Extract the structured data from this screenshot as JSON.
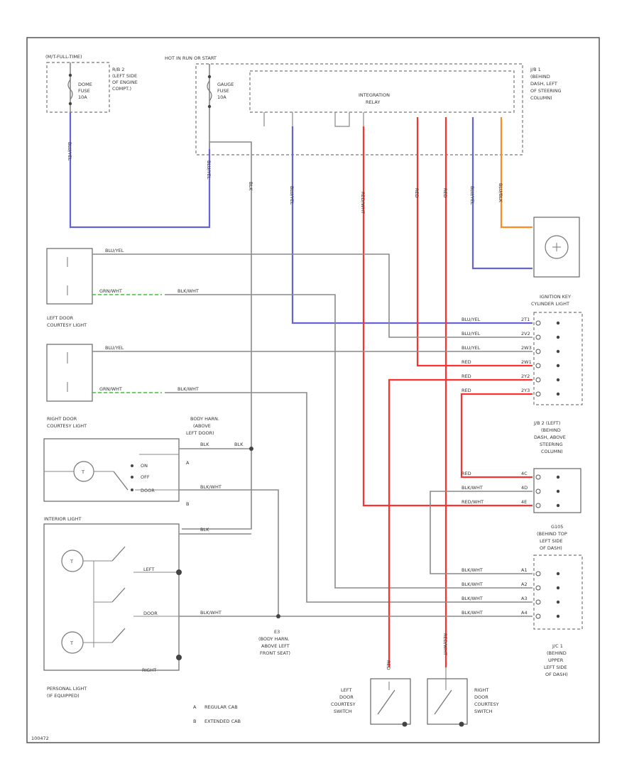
{
  "fuse_boxes": {
    "left_box_title": "(M/T-FULL-TIME)",
    "left_box_loc": [
      "R/B 2",
      "(LEFT SIDE",
      "OF ENGINE",
      "COMPT.)"
    ],
    "dome_fuse": [
      "DOME",
      "FUSE",
      "10A"
    ],
    "hot_run_label": "HOT IN RUN OR START",
    "gauge_fuse": [
      "GAUGE",
      "FUSE",
      "10A"
    ],
    "jb1_label": [
      "J/B 1",
      "(BEHIND",
      "DASH, LEFT",
      "OF STEERING",
      "COLUMN)"
    ],
    "integration_relay": [
      "INTEGRATION",
      "RELAY"
    ]
  },
  "components": {
    "ignition_key_light": [
      "IGNITION KEY",
      "CYLINDER LIGHT"
    ],
    "left_door_light": [
      "LEFT DOOR",
      "COURTESY LIGHT"
    ],
    "right_door_light": [
      "RIGHT DOOR",
      "COURTESY LIGHT"
    ],
    "body_harn_left_door": [
      "BODY HARN.",
      "(ABOVE",
      "LEFT DOOR)"
    ],
    "interior_light": "INTERIOR LIGHT",
    "switch_on": "ON",
    "switch_off": "OFF",
    "switch_door": "DOOR",
    "left_label": "LEFT",
    "door_label": "DOOR",
    "right_label": "RIGHT",
    "personal_light": [
      "PERSONAL LIGHT",
      "(IF EQUIPPED)"
    ],
    "e3_label": [
      "E3",
      "(BODY HARN.",
      "ABOVE LEFT",
      "FRONT SEAT)"
    ],
    "jb2_label": [
      "J/B 2 (LEFT)",
      "(BEHIND",
      "DASH, ABOVE",
      "STEERING",
      "COLUMN)"
    ],
    "g105_label": [
      "G105",
      "(BEHIND TOP",
      "LEFT SIDE",
      "OF DASH)"
    ],
    "jc1_label": [
      "J/C 1",
      "(BEHIND",
      "UPPER",
      "LEFT SIDE",
      "OF DASH)"
    ],
    "left_door_switch": [
      "LEFT",
      "DOOR",
      "COURTESY",
      "SWITCH"
    ],
    "right_door_switch": [
      "RIGHT",
      "DOOR",
      "COURTESY",
      "SWITCH"
    ],
    "note_a_marker": "A",
    "note_b_marker": "B",
    "legend_a": "REGULAR CAB",
    "legend_b": "EXTENDED CAB",
    "figure_id": "100472"
  },
  "wires": {
    "blu_yel": "BLU/YEL",
    "blk": "BLK",
    "red": "RED",
    "red_wht": "RED/WHT",
    "blk_wht": "BLK/WHT",
    "grn_wht": "GRN/WHT",
    "blu_blk": "BLU/BLK"
  },
  "connector_rows": {
    "ign_rows": [
      {
        "wire": "BLU/YEL",
        "pin": "2T1"
      },
      {
        "wire": "BLU/YEL",
        "pin": "2V2"
      },
      {
        "wire": "BLU/YEL",
        "pin": "2W3"
      },
      {
        "wire": "RED",
        "pin": "2W1"
      },
      {
        "wire": "RED",
        "pin": "2Y2"
      },
      {
        "wire": "RED",
        "pin": "2Y3"
      }
    ],
    "jb2_rows": [
      {
        "wire": "RED",
        "pin": "4C"
      },
      {
        "wire": "BLK/WHT",
        "pin": "4D"
      },
      {
        "wire": "RED/WHT",
        "pin": "4E"
      }
    ],
    "g105_rows": [
      {
        "wire": "BLK/WHT",
        "pin": "A1"
      },
      {
        "wire": "BLK/WHT",
        "pin": "A2"
      },
      {
        "wire": "BLK/WHT",
        "pin": "A3"
      },
      {
        "wire": "BLK/WHT",
        "pin": "A4"
      }
    ]
  }
}
